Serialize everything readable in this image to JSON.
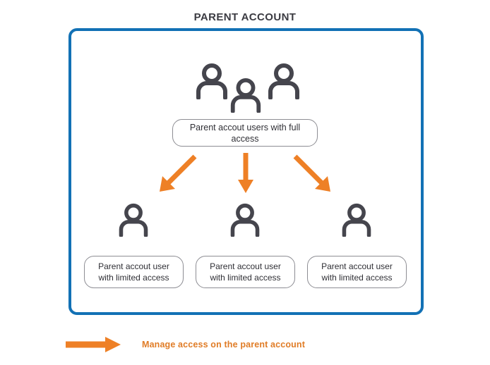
{
  "page": {
    "title": "PARENT ACCOUNT",
    "background": "#ffffff"
  },
  "colors": {
    "panel_border": "#1271b5",
    "icon": "#45454d",
    "box_border": "#8d8d93",
    "box_text": "#2f2f35",
    "arrow": "#ee8026",
    "title_text": "#3b3b42",
    "legend_text": "#e07c26"
  },
  "panel": {
    "top_group": {
      "icons": [
        {
          "name": "person-icon-full-access-1"
        },
        {
          "name": "person-icon-full-access-2"
        },
        {
          "name": "person-icon-full-access-3"
        }
      ],
      "label": "Parent accout users with full access"
    },
    "connectors": [
      {
        "name": "arrow-to-limited-user-1",
        "direction": "down-left"
      },
      {
        "name": "arrow-to-limited-user-2",
        "direction": "down"
      },
      {
        "name": "arrow-to-limited-user-3",
        "direction": "down-right"
      }
    ],
    "bottom_group": [
      {
        "icon": "person-icon-limited-access-1",
        "label": "Parent accout user\nwith limited access"
      },
      {
        "icon": "person-icon-limited-access-2",
        "label": "Parent accout user\nwith limited access"
      },
      {
        "icon": "person-icon-limited-access-3",
        "label": "Parent accout user\nwith limited access"
      }
    ]
  },
  "legend": {
    "arrow_icon": "right-arrow-icon",
    "label": "Manage access on the parent account"
  }
}
